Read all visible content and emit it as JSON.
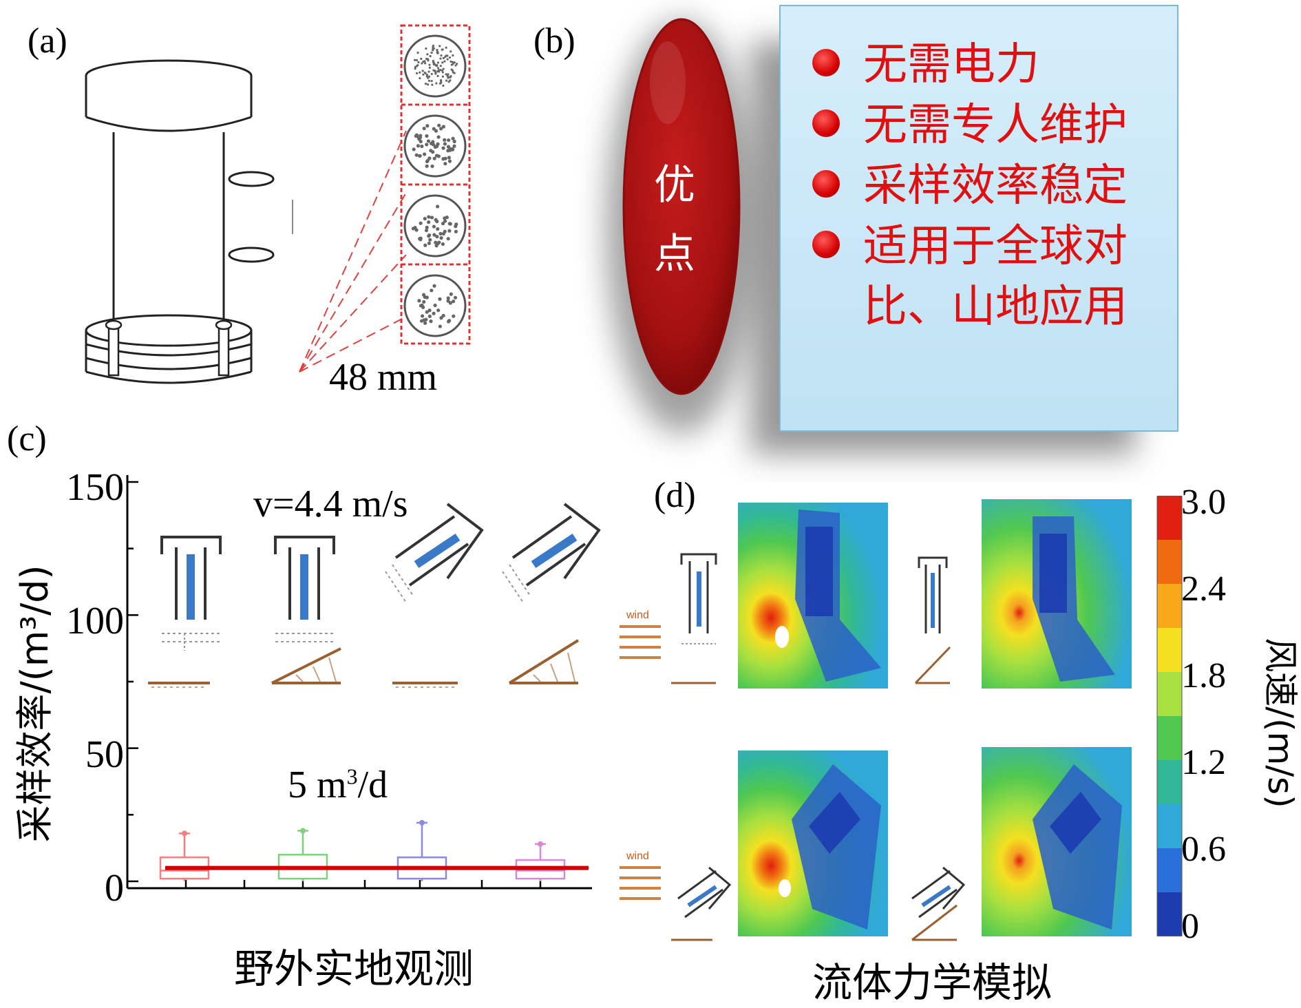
{
  "panels": {
    "a": {
      "label": "(a)",
      "dimension": "48 mm"
    },
    "b": {
      "label": "(b)",
      "title_chars": [
        "优",
        "点"
      ],
      "advantages": [
        "无需电力",
        "无需专人维护",
        "采样效率稳定",
        "适用于全球对",
        "比、山地应用"
      ]
    },
    "c": {
      "label": "(c)",
      "speed_annotation": "v=4.4 m/s",
      "rate_annotation_num": "5 m",
      "rate_annotation_sup": "3",
      "rate_annotation_tail": "/d",
      "caption": "野外实地观测",
      "wind_label": "wind"
    },
    "d": {
      "label": "(d)",
      "caption": "流体力学模拟",
      "wind_label": "wind"
    }
  },
  "chart_data": {
    "type": "box",
    "ylabel": "采样效率/(m³/d)",
    "xlabel": "野外实地观测",
    "yticks": [
      "0",
      "50",
      "100",
      "150"
    ],
    "ylim": [
      0,
      150
    ],
    "boxes": [
      {
        "color": "#f08080",
        "min": 0,
        "q1": 1,
        "median": 4,
        "q3": 9,
        "max": 18
      },
      {
        "color": "#7ed07e",
        "min": 0,
        "q1": 1,
        "median": 5,
        "q3": 10,
        "max": 19
      },
      {
        "color": "#8a8ae0",
        "min": 0,
        "q1": 1,
        "median": 5,
        "q3": 9,
        "max": 22
      },
      {
        "color": "#d48ad4",
        "min": 0,
        "q1": 1,
        "median": 4,
        "q3": 8,
        "max": 14
      }
    ],
    "reference_line": {
      "value": 5,
      "color": "#d40000"
    }
  },
  "colorbar": {
    "label": "风速/(m/s)",
    "ticks": [
      "3.0",
      "2.4",
      "1.8",
      "1.2",
      "0.6",
      "0"
    ],
    "colors": [
      "#e01f10",
      "#f06a10",
      "#f8a818",
      "#f4e020",
      "#a8e040",
      "#50c850",
      "#30b898",
      "#30a8d8",
      "#2870d8",
      "#1c3cb0"
    ]
  },
  "colors": {
    "red_text": "#e01010",
    "ellipse": "#a81010",
    "box_fill": "#c8e8f8",
    "ground": "#9a6030"
  }
}
